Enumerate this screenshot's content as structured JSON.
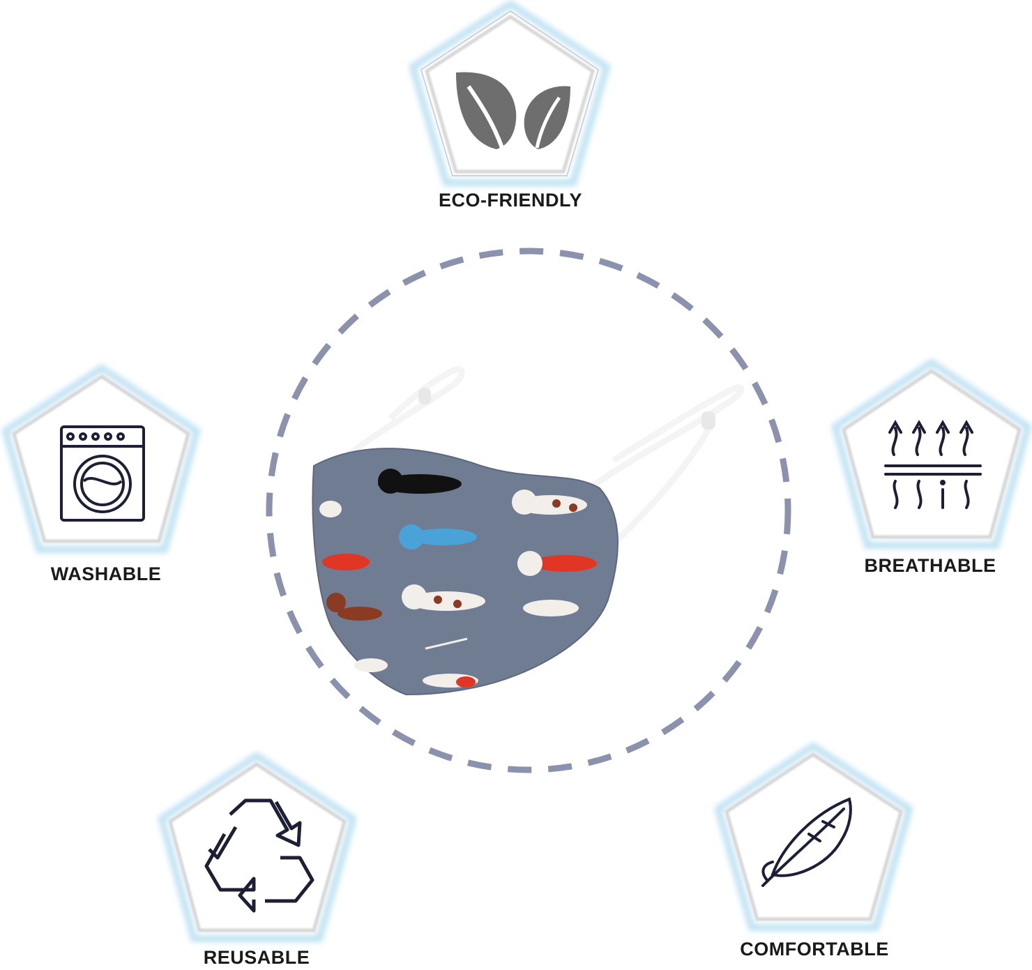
{
  "features": [
    {
      "id": "eco",
      "label": "ECO-FRIENDLY",
      "icon": "leaf-pair-icon"
    },
    {
      "id": "washable",
      "label": "WASHABLE",
      "icon": "washing-machine-icon"
    },
    {
      "id": "breathable",
      "label": "BREATHABLE",
      "icon": "airflow-arrows-icon"
    },
    {
      "id": "reusable",
      "label": "REUSABLE",
      "icon": "recycle-icon"
    },
    {
      "id": "comfortable",
      "label": "COMFORTABLE",
      "icon": "feather-icon"
    }
  ],
  "colors": {
    "pentagon_glow": "#bfe3f2",
    "dashed_circle": "#8a92ad",
    "mask_fabric": "#6f7c91",
    "icon_dark": "#1c1f36",
    "leaf_gray": "#6e6e6e"
  }
}
